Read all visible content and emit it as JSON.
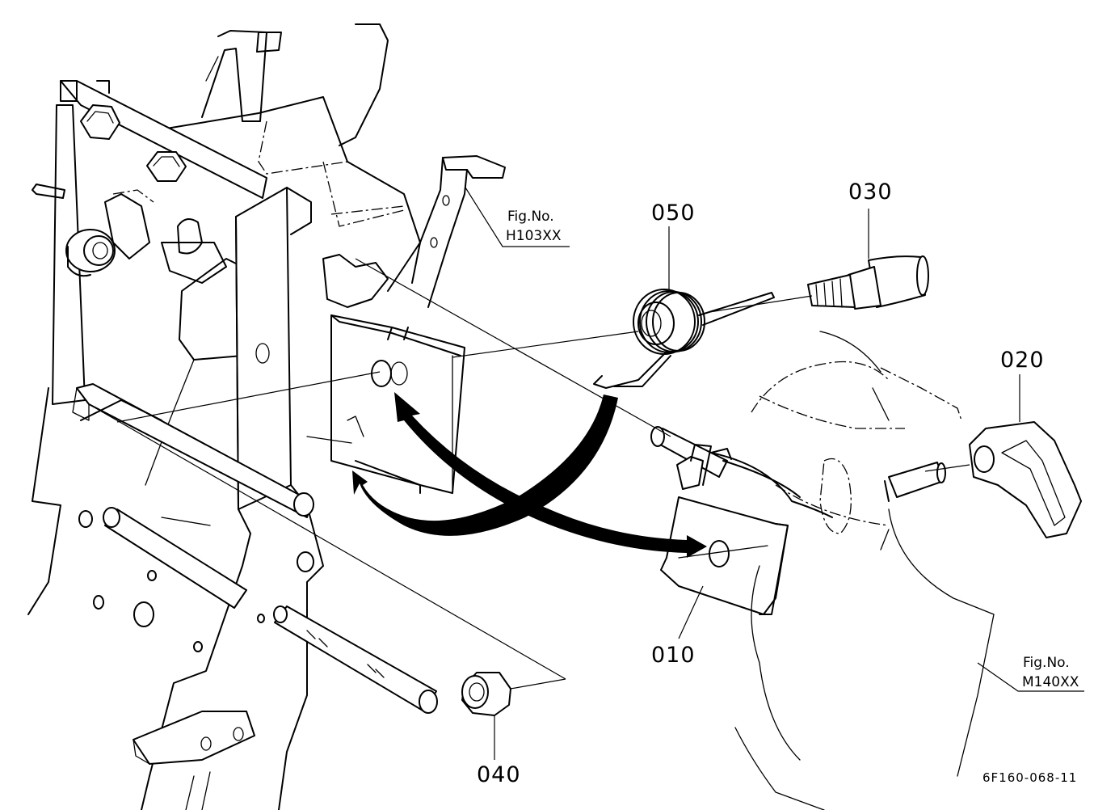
{
  "parts": [
    {
      "id": "part-010",
      "number": "010"
    },
    {
      "id": "part-020",
      "number": "020"
    },
    {
      "id": "part-030",
      "number": "030"
    },
    {
      "id": "part-040",
      "number": "040"
    },
    {
      "id": "part-050",
      "number": "050"
    }
  ],
  "figure_refs": [
    {
      "caption": "Fig.No.",
      "code": "H103XX"
    },
    {
      "caption": "Fig.No.",
      "code": "M140XX"
    }
  ],
  "drawing_number": "6F160-068-11"
}
